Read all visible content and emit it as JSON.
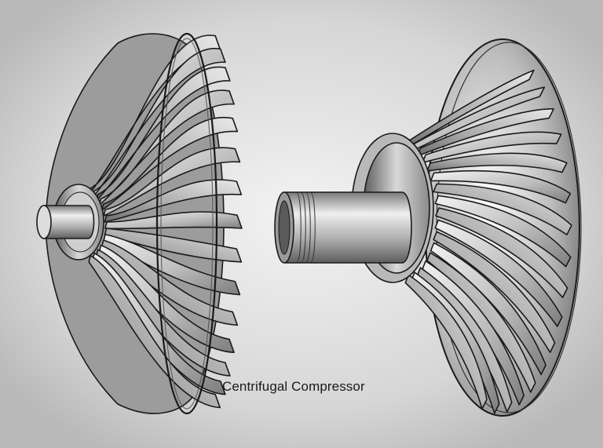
{
  "caption": "Centrifugal Compressor",
  "colors": {
    "background_center": "#f2f2f2",
    "background_edge": "#bdbdbd",
    "metal_light": "#f0f0f0",
    "metal_mid": "#a8a8a8",
    "metal_dark": "#5a5a5a",
    "outline": "#1a1a1a"
  },
  "parts": {
    "left_impeller": {
      "name": "impeller-front-view",
      "blade_count": 15
    },
    "right_impeller": {
      "name": "impeller-rear-view",
      "blade_count": 17,
      "has_threaded_shaft": true
    }
  }
}
